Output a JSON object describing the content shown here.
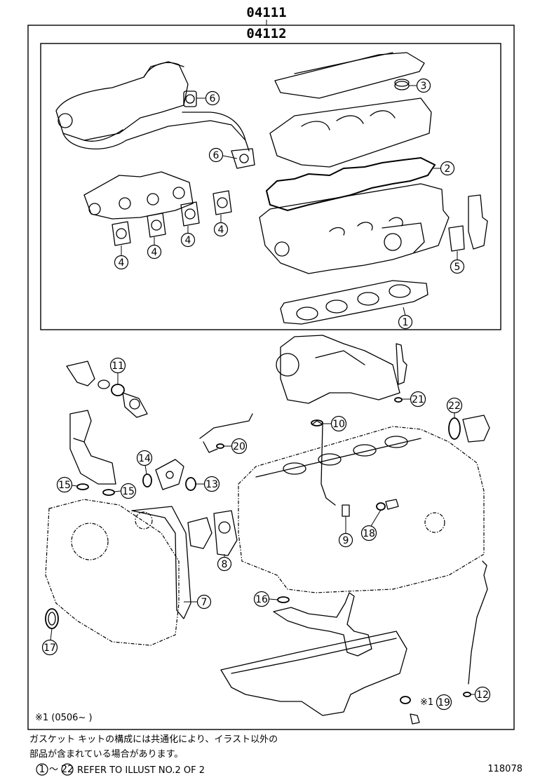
{
  "header": {
    "outer_kit_part_no": "04111",
    "inner_kit_part_no": "04112"
  },
  "callouts": [
    {
      "id": "c1",
      "label": "1"
    },
    {
      "id": "c2",
      "label": "2"
    },
    {
      "id": "c3",
      "label": "3"
    },
    {
      "id": "c4a",
      "label": "4"
    },
    {
      "id": "c4b",
      "label": "4"
    },
    {
      "id": "c4c",
      "label": "4"
    },
    {
      "id": "c4d",
      "label": "4"
    },
    {
      "id": "c5",
      "label": "5"
    },
    {
      "id": "c6a",
      "label": "6"
    },
    {
      "id": "c6b",
      "label": "6"
    },
    {
      "id": "c7",
      "label": "7"
    },
    {
      "id": "c8",
      "label": "8"
    },
    {
      "id": "c9",
      "label": "9"
    },
    {
      "id": "c10",
      "label": "10"
    },
    {
      "id": "c11",
      "label": "11"
    },
    {
      "id": "c12",
      "label": "12"
    },
    {
      "id": "c13",
      "label": "13"
    },
    {
      "id": "c14",
      "label": "14"
    },
    {
      "id": "c15a",
      "label": "15"
    },
    {
      "id": "c15b",
      "label": "15"
    },
    {
      "id": "c16",
      "label": "16"
    },
    {
      "id": "c17",
      "label": "17"
    },
    {
      "id": "c18",
      "label": "18"
    },
    {
      "id": "c19",
      "label": "19"
    },
    {
      "id": "c20",
      "label": "20"
    },
    {
      "id": "c21",
      "label": "21"
    },
    {
      "id": "c22",
      "label": "22"
    }
  ],
  "notes": {
    "serial_note": "※1 (0506~        )",
    "asterisk_mark": "※1",
    "japanese_line1": "ガスケット キットの構成には共通化により、イラスト以外の",
    "japanese_line2": "部品が含まれている場合があります。",
    "refer_from": "1",
    "refer_tilde": "～",
    "refer_to": "22",
    "refer_text": "REFER TO ILLUST NO.2 OF 2",
    "illustration_no": "118078"
  }
}
